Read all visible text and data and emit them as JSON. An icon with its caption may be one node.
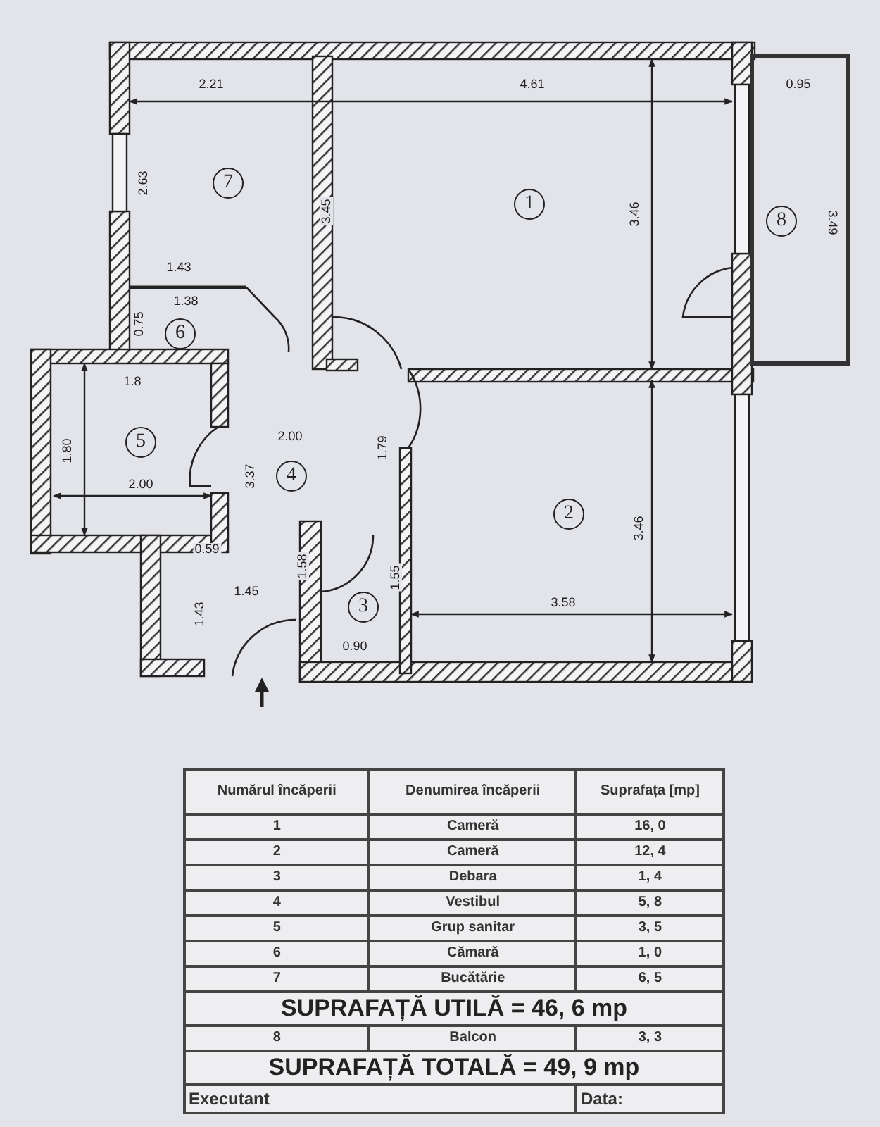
{
  "diagram": {
    "nodes": [
      {
        "text": [
          "7"
        ]
      },
      {
        "text": [
          "1"
        ]
      },
      {
        "text": [
          "8"
        ]
      },
      {
        "text": [
          "6"
        ]
      },
      {
        "text": [
          "5"
        ]
      },
      {
        "text": [
          "4"
        ]
      },
      {
        "text": [
          "2"
        ]
      },
      {
        "text": [
          "3"
        ]
      }
    ],
    "edges": [],
    "labels": [
      "2.21",
      "4.61",
      "0.95",
      "2.63",
      "3.45",
      "3.46",
      "3.49",
      "1.43",
      "1.38",
      "0.75",
      "1.8",
      "1.80",
      "2.00",
      "3.37",
      "1.79",
      "2.00",
      "0.59",
      "1.45",
      "1.43",
      "1.58",
      "3.46",
      "1.55",
      "3.58",
      "0.90",
      "Numărul încăperii",
      "Denumirea încăperii",
      "Suprafața [mp]",
      "1",
      "Cameră",
      "16, 0",
      "2",
      "Cameră",
      "12, 4",
      "3",
      "Debara",
      "1, 4",
      "4",
      "Vestibul",
      "5, 8",
      "5",
      "Grup sanitar",
      "3, 5",
      "6",
      "Cămară",
      "1, 0",
      "7",
      "Bucătărie",
      "6, 5",
      "SUPRAFAȚĂ UTILĂ = 46, 6 mp",
      "8",
      "Balcon",
      "3, 3",
      "SUPRAFAȚĂ TOTALĂ = 49, 9 mp",
      "Executant",
      "Data:"
    ]
  }
}
